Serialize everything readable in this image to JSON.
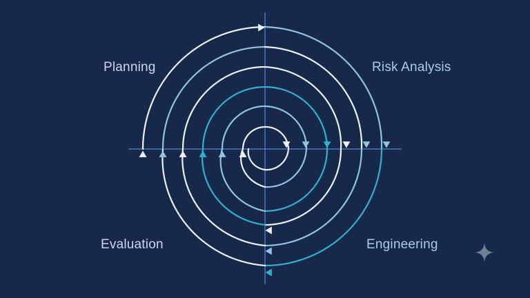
{
  "diagram": {
    "quadrant_labels": {
      "top_left": "Planning",
      "top_right": "Risk Analysis",
      "bottom_left": "Evaluation",
      "bottom_right": "Engineering"
    },
    "colors": {
      "background": "#17294a",
      "axis": "#4d78b8",
      "label": "#c9d8ec",
      "spiral_white": "#eef3fa",
      "spiral_light_blue": "#92c3e3",
      "spiral_teal": "#33b1cc"
    },
    "spiral_turns": 6,
    "decoration_icon": "sparkle-icon"
  }
}
